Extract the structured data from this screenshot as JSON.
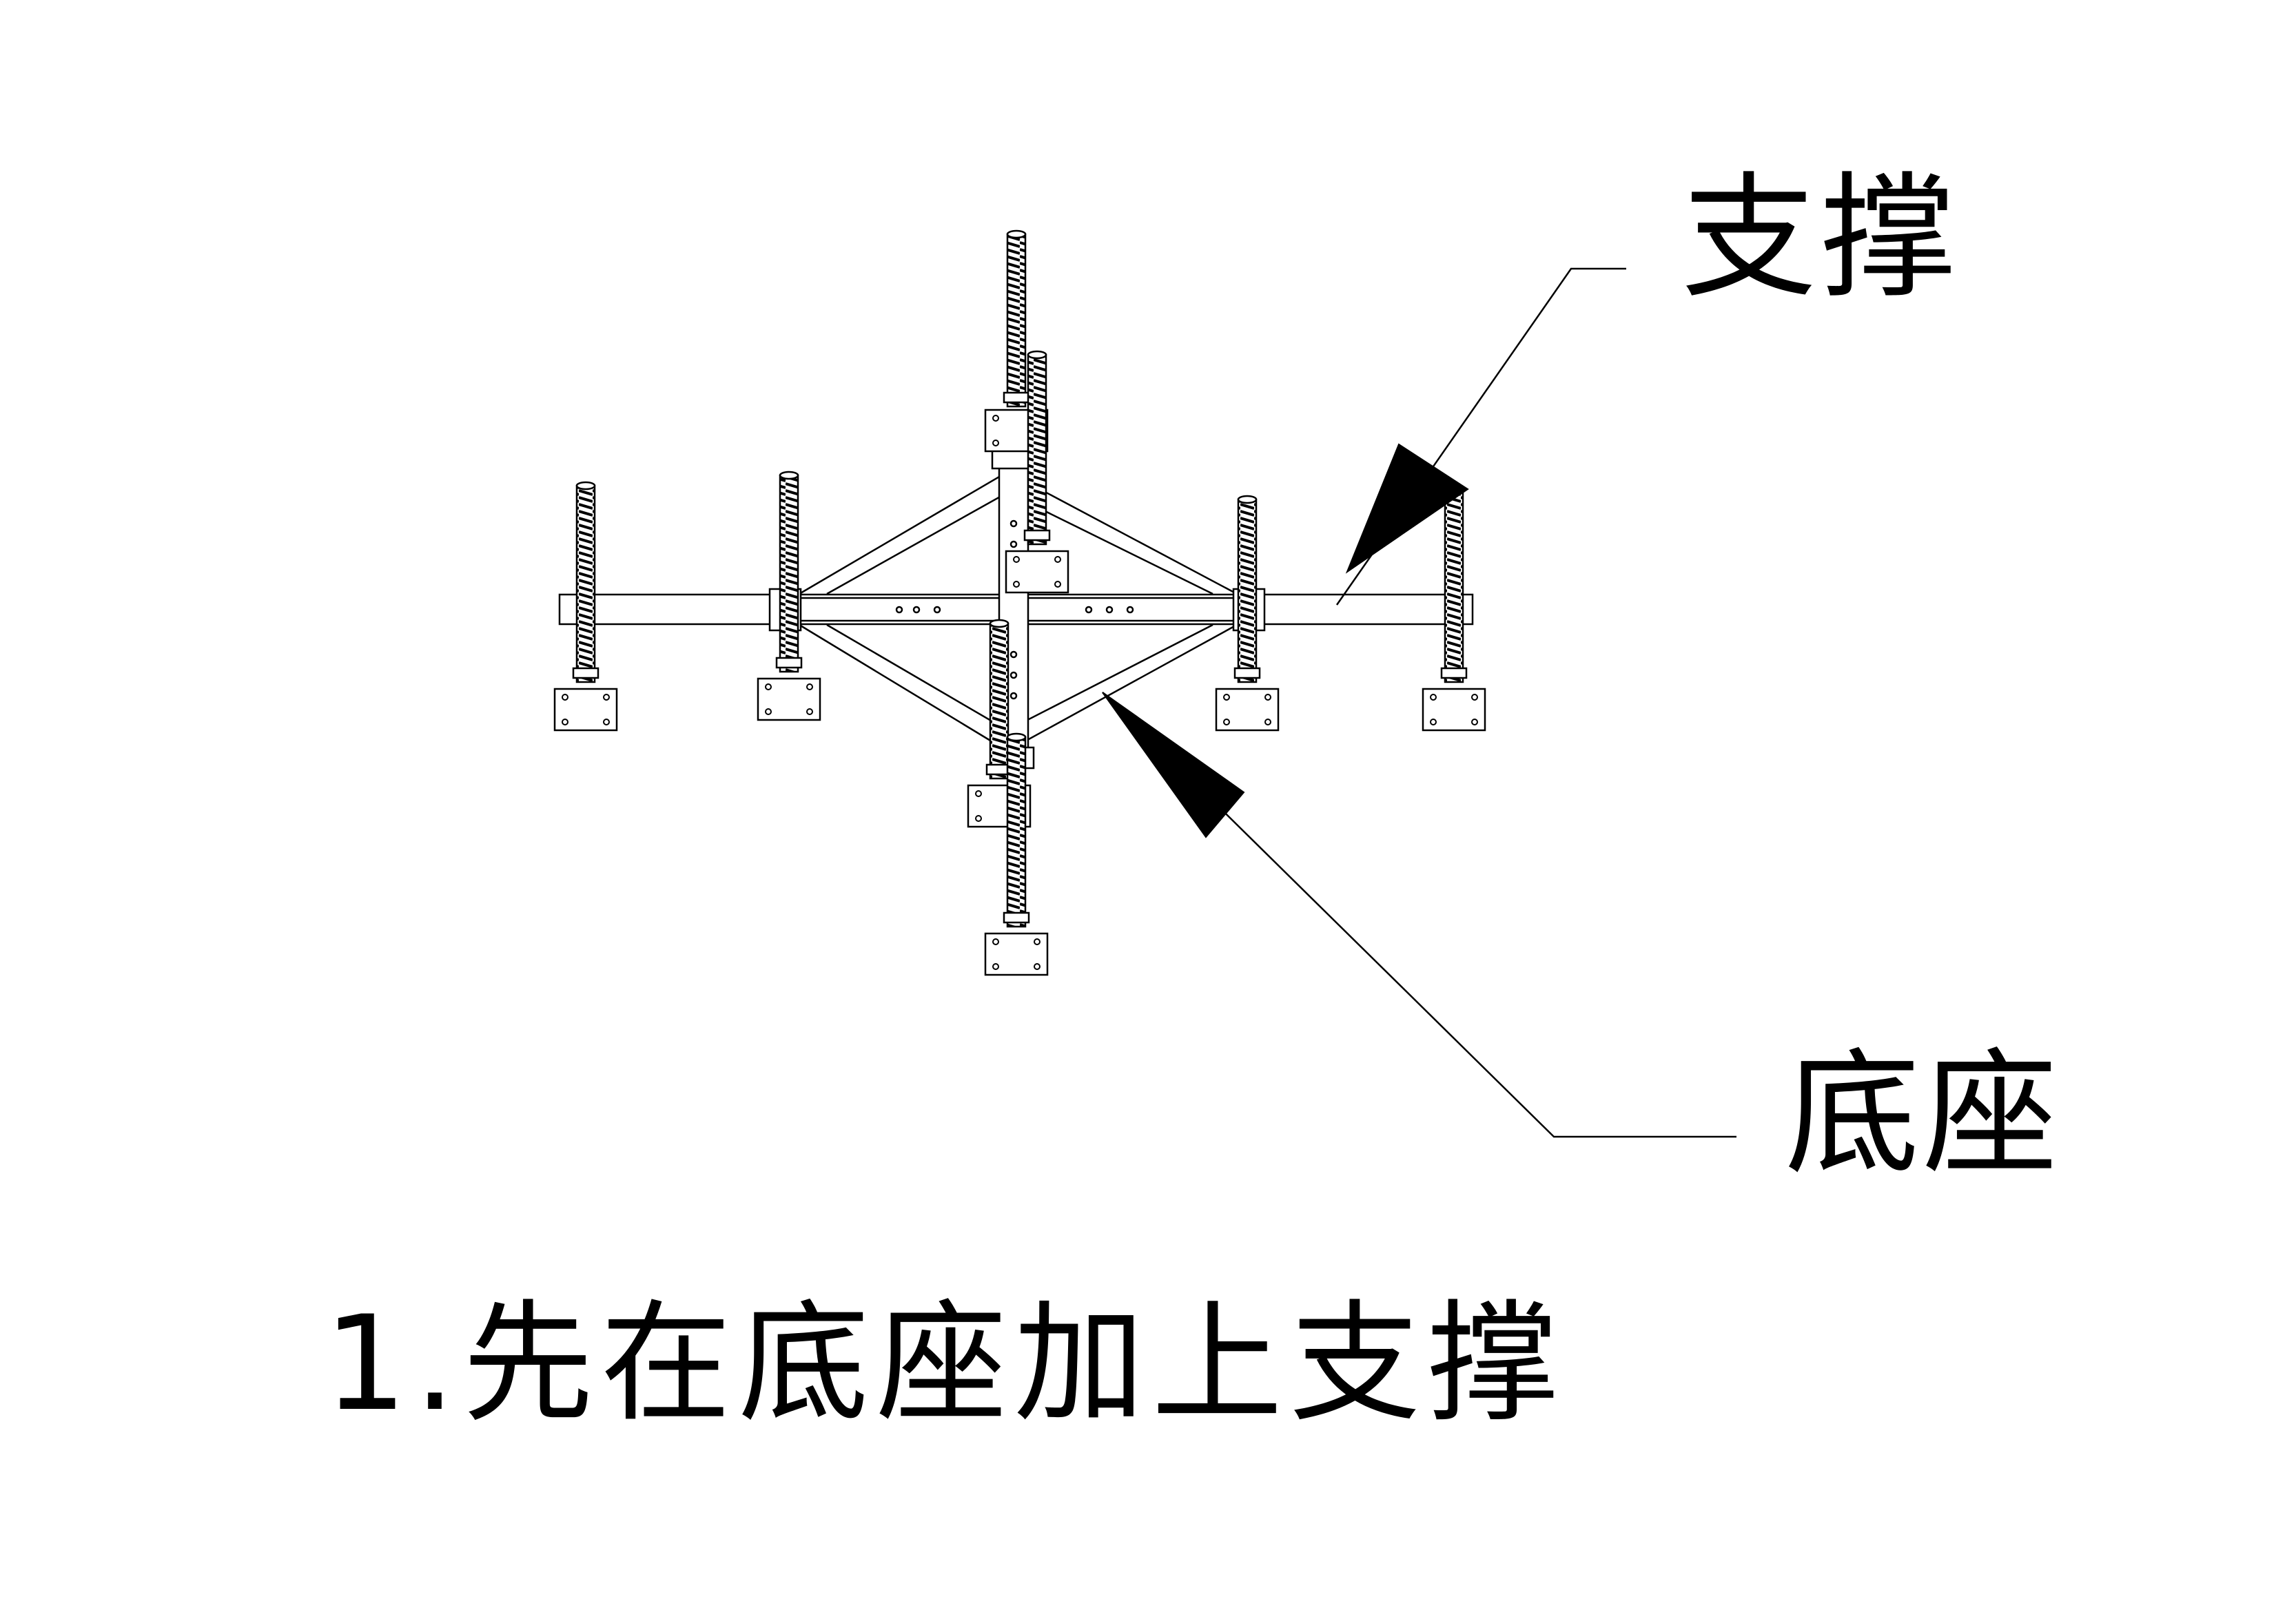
{
  "labels": {
    "support": "支撑",
    "base": "底座"
  },
  "caption": "1.先在底座加上支撑",
  "colors": {
    "line": "#000000",
    "background": "#ffffff"
  }
}
